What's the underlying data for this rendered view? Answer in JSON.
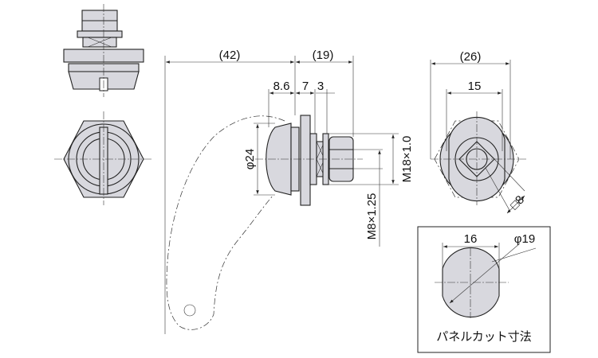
{
  "dimensions": {
    "overall_handle": "(42)",
    "overall_body": "(19)",
    "head_depth": "8.6",
    "flange_to_washer": "7",
    "washer": "3",
    "head_diameter": "φ24",
    "body_thread": "M18×1.0",
    "bolt_thread": "M8×1.25",
    "width_across": "(26)",
    "flat_width": "15",
    "square_drive": "□8"
  },
  "panel_cutout": {
    "title": "パネルカット寸法",
    "flat_width": "16",
    "diameter": "φ19"
  },
  "colors": {
    "part_fill": "#d8d8de",
    "line": "#222222"
  }
}
